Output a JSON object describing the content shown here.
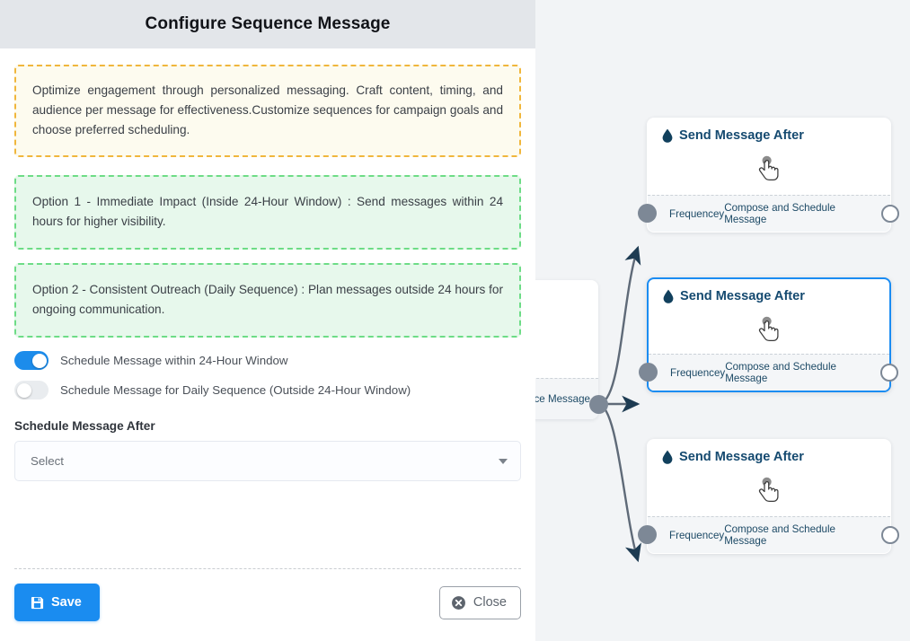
{
  "panel": {
    "title": "Configure Sequence Message",
    "info_note": "Optimize engagement through personalized messaging. Craft content, timing, and audience per message for effectiveness.Customize sequences for campaign goals and choose preferred scheduling.",
    "option_1": "Option 1 - Immediate Impact (Inside 24-Hour Window) : Send messages within 24 hours for higher visibility.",
    "option_2": "Option 2 - Consistent Outreach (Daily Sequence) : Plan messages outside 24 hours for ongoing communication.",
    "toggles": [
      {
        "label": "Schedule Message within 24-Hour Window",
        "state": "on"
      },
      {
        "label": "Schedule Message for Daily Sequence (Outside 24-Hour Window)",
        "state": "off"
      }
    ],
    "schedule_field": {
      "label": "Schedule Message After",
      "value": "Select",
      "caret_icon": "chevron-down-icon"
    },
    "footer": {
      "save_label": "Save",
      "save_icon": "save-floppy-icon",
      "close_label": "Close",
      "close_icon": "circle-x-icon"
    }
  },
  "canvas": {
    "ghost_node": {
      "footer_text": "ce Message"
    },
    "nodes": [
      {
        "title": "Send Message After",
        "title_icon": "water-droplet-icon",
        "body_icon": "hand-pointer-cursor-icon",
        "footer_left": "Frequencey",
        "footer_right": "Compose and Schedule Message",
        "selected": false
      },
      {
        "title": "Send Message After",
        "title_icon": "water-droplet-icon",
        "body_icon": "hand-pointer-cursor-icon",
        "footer_left": "Frequencey",
        "footer_right": "Compose and Schedule Message",
        "selected": true
      },
      {
        "title": "Send Message After",
        "title_icon": "water-droplet-icon",
        "body_icon": "hand-pointer-cursor-icon",
        "footer_left": "Frequencey",
        "footer_right": "Compose and Schedule Message",
        "selected": false
      }
    ]
  },
  "colors": {
    "accent_blue": "#1a8cf0",
    "header_gray": "#e3e6ea",
    "note_border": "#f0b63c",
    "note_bg": "#fdfbef",
    "option_border": "#6ddc86",
    "option_bg": "#e7f8ec",
    "canvas_bg": "#f2f4f6",
    "node_title": "#154a70",
    "edge_gray": "#5f6a78",
    "handle_gray": "#7d8896"
  }
}
